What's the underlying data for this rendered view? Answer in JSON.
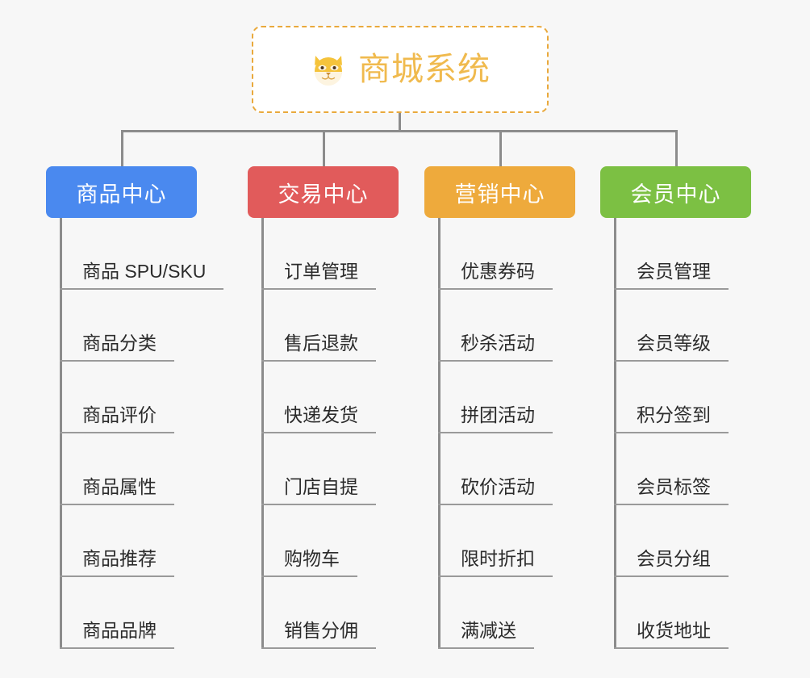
{
  "background_color": "#f7f7f7",
  "root": {
    "title": "商城系统",
    "icon": "shiba-dog-emoji",
    "text_color": "#f0ba4e",
    "border_color": "#e9a93c",
    "fill_color": "#ffffff"
  },
  "connector_color": "#8c8c8c",
  "categories": [
    {
      "label": "商品中心",
      "color": "#4a89ef",
      "items": [
        "商品 SPU/SKU",
        "商品分类",
        "商品评价",
        "商品属性",
        "商品推荐",
        "商品品牌"
      ]
    },
    {
      "label": "交易中心",
      "color": "#e15b5b",
      "items": [
        "订单管理",
        "售后退款",
        "快递发货",
        "门店自提",
        "购物车",
        "销售分佣"
      ]
    },
    {
      "label": "营销中心",
      "color": "#eeaa3c",
      "items": [
        "优惠券码",
        "秒杀活动",
        "拼团活动",
        "砍价活动",
        "限时折扣",
        "满减送"
      ]
    },
    {
      "label": "会员中心",
      "color": "#7cc043",
      "items": [
        "会员管理",
        "会员等级",
        "积分签到",
        "会员标签",
        "会员分组",
        "收货地址"
      ]
    }
  ]
}
